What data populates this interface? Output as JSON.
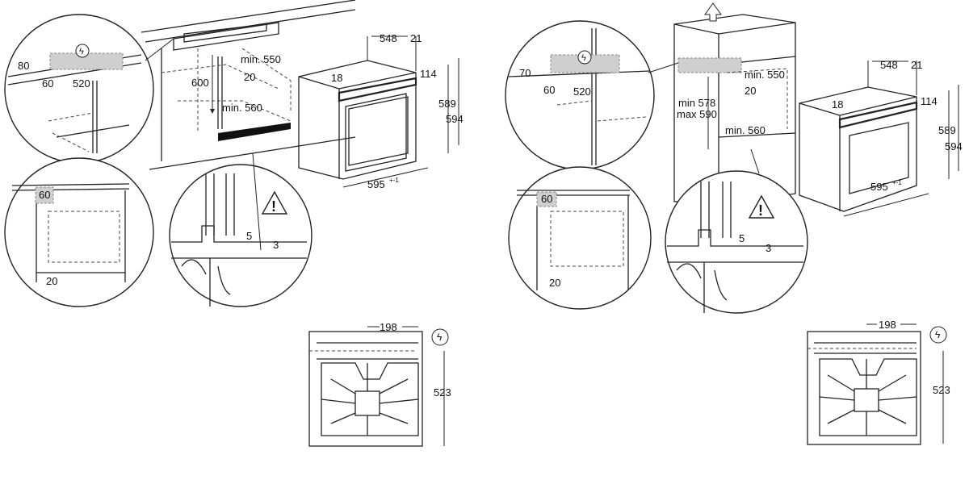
{
  "left": {
    "detail_top": {
      "h1": "80",
      "w": "60",
      "h2": "520"
    },
    "cabinet": {
      "height": "600",
      "depth": "min. 550",
      "gap": "20",
      "width": "min. 560"
    },
    "oven": {
      "depth": "548",
      "front": "21",
      "top": "18",
      "panel": "114",
      "h1": "589",
      "h2": "594",
      "width": "595",
      "tol": "+-1"
    },
    "detail_side": {
      "top": "60",
      "bottom": "20"
    },
    "detail_floor": {
      "a": "5",
      "b": "3"
    },
    "plan": {
      "offset": "198",
      "depth": "523"
    }
  },
  "right": {
    "detail_top": {
      "h1": "70",
      "w": "60",
      "h2": "520"
    },
    "cabinet": {
      "min_h": "min 578",
      "max_h": "max 590",
      "depth": "min. 550",
      "gap": "20",
      "width": "min. 560"
    },
    "oven": {
      "depth": "548",
      "front": "21",
      "top": "18",
      "panel": "114",
      "h1": "589",
      "h2": "594",
      "width": "595",
      "tol": "+-1"
    },
    "detail_side": {
      "top": "60",
      "bottom": "20"
    },
    "detail_floor": {
      "a": "5",
      "b": "3"
    },
    "plan": {
      "offset": "198",
      "depth": "523"
    }
  },
  "icons": [
    "electric-connection-icon",
    "warning-icon",
    "vent-arrow-icon"
  ]
}
